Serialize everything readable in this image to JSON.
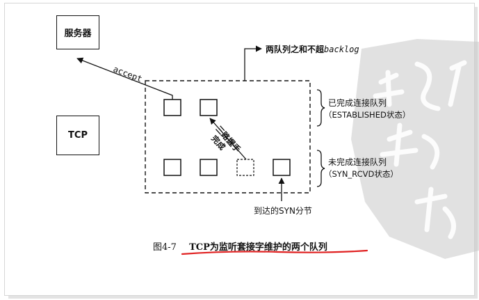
{
  "boxes": {
    "server": "服务器",
    "tcp": "TCP"
  },
  "labels": {
    "accept": "accept",
    "backlog_prefix": "两队列之和不超",
    "backlog_term": "backlog",
    "completed_queue": "已完成连接队列",
    "completed_state": "（ESTABLISHED状态）",
    "incomplete_queue": "未完成连接队列",
    "incomplete_state": "（SYN_RCVD状态）",
    "handshake_line1": "三路握手",
    "handshake_line2": "完成",
    "arriving_syn": "到达的SYN分节"
  },
  "caption": {
    "number": "图4-7",
    "text": "TCP为监听套接字维护的两个队列"
  },
  "colors": {
    "ink": "#111111",
    "underline": "#e02020",
    "watermark": "#bdbdbd"
  }
}
